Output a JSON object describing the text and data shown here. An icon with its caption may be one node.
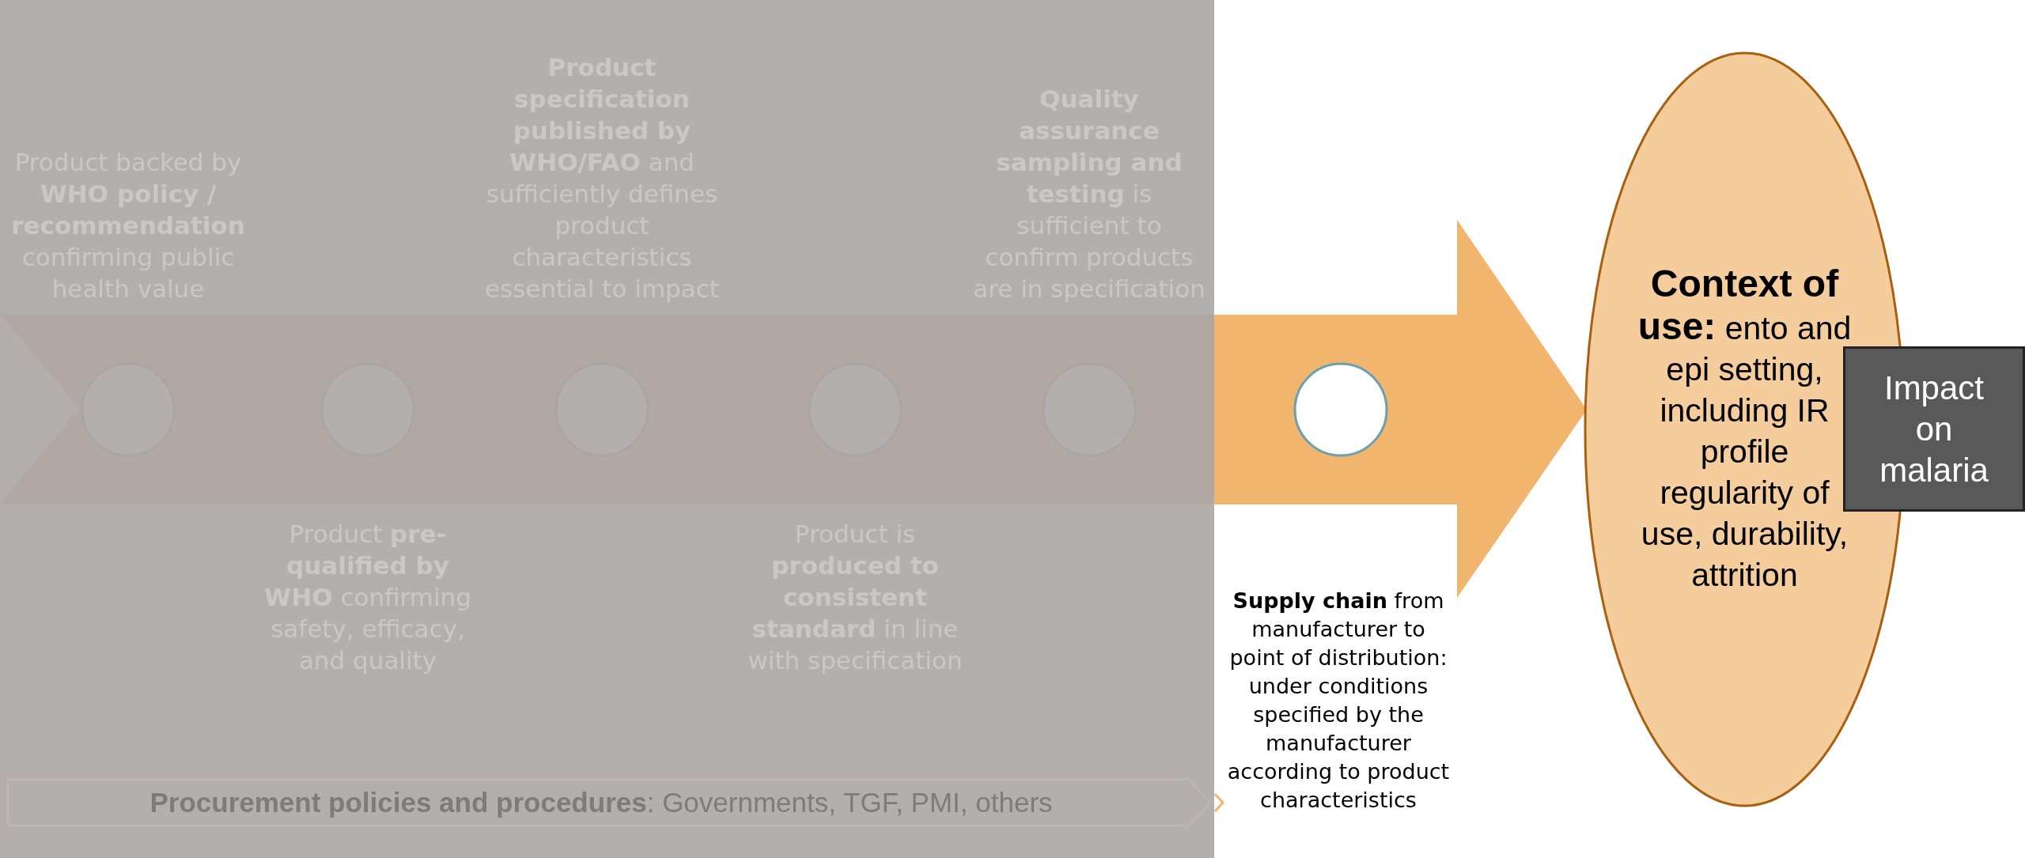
{
  "diagram": {
    "nodes": [
      {
        "text": [],
        "shape": "chevron"
      },
      {
        "text": [],
        "shape": "circle",
        "in": 0,
        "beside": [
          "Product backed by **WHO policy / recommendation** confirming public health value"
        ]
      },
      {
        "text": [],
        "shape": "circle",
        "in": 0,
        "beside": [
          "Product **pre-qualified by WHO** confirming safety, efficacy, and quality"
        ]
      },
      {
        "text": [],
        "shape": "circle",
        "in": 0,
        "beside": [
          "**Product specification published by WHO/FAO** and sufficiently defines product characteristics essential to impact"
        ]
      },
      {
        "text": [],
        "shape": "circle",
        "in": 0,
        "beside": [
          "Product is **produced to consistent standard** in line with specification"
        ]
      },
      {
        "text": [],
        "shape": "circle",
        "in": 0,
        "beside": [
          "**Quality assurance sampling and testing** is sufficient to confirm products are in specification"
        ]
      },
      {
        "text": [],
        "shape": "circle"
      },
      {
        "text": [
          "**Context of use:** ento and epi setting, including IR profile regularity of use, durability, attrition"
        ]
      },
      {
        "text": [
          "Impact on malaria"
        ]
      },
      {
        "text": [
          "**Procurement policies and procedures**: Governments, TGF, PMI, others"
        ]
      }
    ],
    "edges": [
      {
        "from": null,
        "to": 7,
        "arrow": "to"
      }
    ],
    "labels": [
      "**Supply chain** from manufacturer to point of distribution: under conditions specified by the manufacturer according to product characteristics"
    ]
  }
}
